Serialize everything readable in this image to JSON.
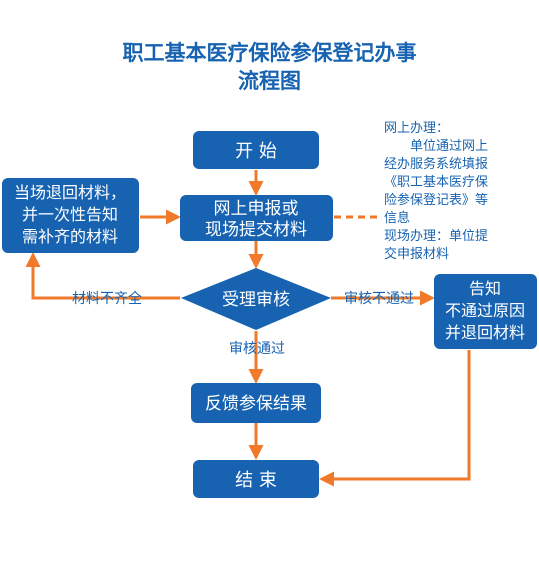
{
  "title": {
    "line1": "职工基本医疗保险参保登记办事",
    "line2": "流程图"
  },
  "nodes": {
    "start": "开 始",
    "apply_line1": "网上申报或",
    "apply_line2": "现场提交材料",
    "review": "受理审核",
    "feedback": "反馈参保结果",
    "end": "结 束",
    "return_line1": "当场退回材料，",
    "return_line2": "并一次性告知",
    "return_line3": "需补齐的材料",
    "reject_line1": "告知",
    "reject_line2": "不通过原因",
    "reject_line3": "并退回材料"
  },
  "edge_labels": {
    "incomplete": "材料不齐全",
    "rejected": "审核不通过",
    "approved": "审核通过"
  },
  "note": {
    "line1": "网上办理：",
    "line2": "单位通过网上",
    "line3": "经办服务系统填报",
    "line4": "《职工基本医疗保",
    "line5": "险参保登记表》等",
    "line6": "信息",
    "line7": "现场办理：单位提",
    "line8": "交申报材料"
  },
  "colors": {
    "node_fill": "#1763b1",
    "arrow": "#f07a2a",
    "title": "#1763b1"
  }
}
